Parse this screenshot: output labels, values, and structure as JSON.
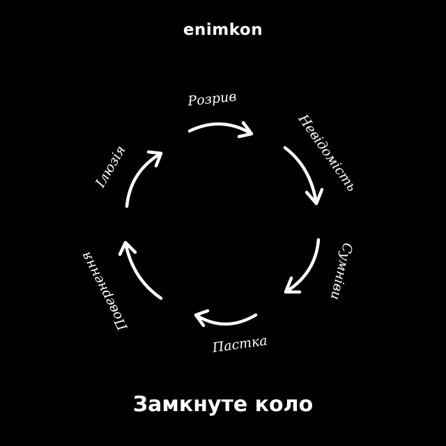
{
  "header": {
    "brand": "enimkon"
  },
  "diagram": {
    "stages": [
      {
        "label": "Розрив"
      },
      {
        "label": "Невідомість"
      },
      {
        "label": "Сумніви"
      },
      {
        "label": "Пастка"
      },
      {
        "label": "Повернення"
      },
      {
        "label": "Ілюзія"
      }
    ],
    "arrow_direction": "clockwise",
    "colors": {
      "background": "#000000",
      "foreground": "#ffffff"
    }
  },
  "footer": {
    "caption": "Замкнуте коло"
  }
}
